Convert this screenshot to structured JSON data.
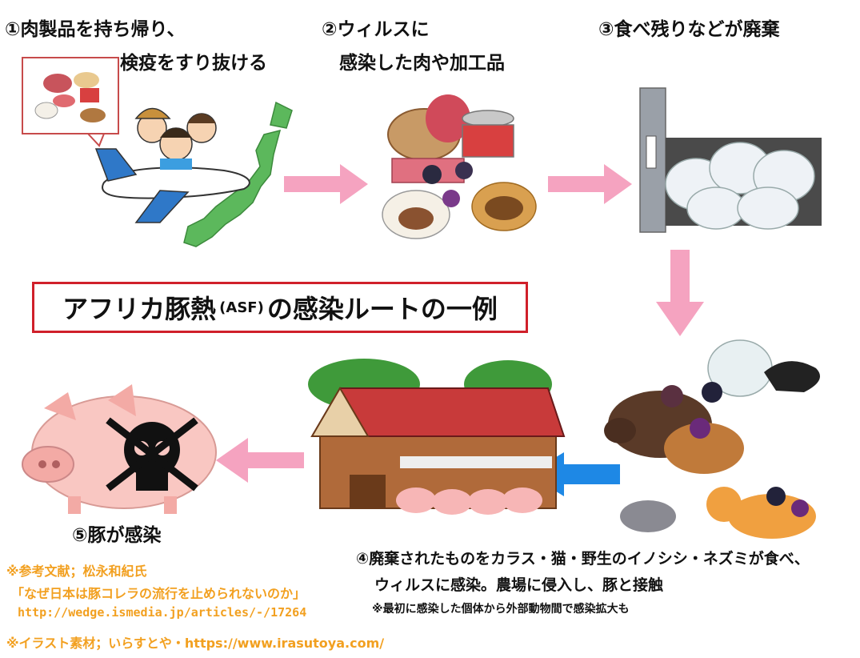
{
  "steps": {
    "s1_line1": "①肉製品を持ち帰り、",
    "s1_line2": "検疫をすり抜ける",
    "s2_line1": "②ウィルスに",
    "s2_line2": "感染した肉や加工品",
    "s3": "③食べ残りなどが廃棄",
    "s4_line1": "④廃棄されたものをカラス・猫・野生のイノシシ・ネズミが食べ、",
    "s4_line2": "ウィルスに感染。農場に侵入し、豚と接触",
    "s4_note": "※最初に感染した個体から外部動物間で感染拡大も",
    "s5": "⑤豚が感染"
  },
  "title": {
    "main": "アフリカ豚熱",
    "abbr": "(ASF)",
    "tail": "の感染ルートの一例"
  },
  "references": {
    "line1": "※参考文献；松永和紀氏",
    "line2": "「なぜ日本は豚コレラの流行を止められないのか」",
    "line3": "http://wedge.ismedia.jp/articles/-/17264",
    "line4": "※イラスト素材；いらすとや・https://www.irasutoya.com/"
  },
  "colors": {
    "arrow_pink": "#f5a3c0",
    "arrow_blue": "#1e88e5",
    "title_border": "#d0202a",
    "reference_text": "#f2a020"
  },
  "icons": {
    "step1": "airplane-travelers-japan-icon",
    "step2": "infected-meat-products-icon",
    "step3": "garbage-bags-icon",
    "step4": "scavenger-animals-icon",
    "farm": "pig-farm-barn-icon",
    "step5": "infected-pig-skull-icon"
  }
}
